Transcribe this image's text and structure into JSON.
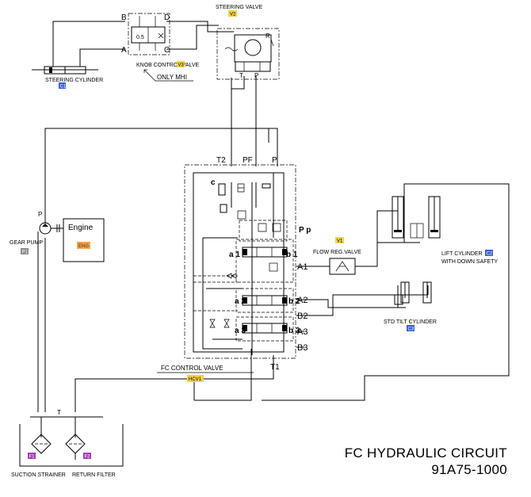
{
  "labels": {
    "steering_valve": "STEERING VALVE",
    "steering_cylinder": "STEERING CYLINDER",
    "knob_control_valve": "KNOB CONTROL VALVE",
    "only_mhi": "ONLY MHI",
    "knob_value": "0.5",
    "port_b": "B",
    "port_d": "D",
    "port_a": "A",
    "port_c": "C",
    "port_r": "R",
    "port_t": "T",
    "port_p": "P",
    "gear_pump": "GEAR PUMP",
    "engine": "Engine",
    "fc_control_valve": "FC CONTROL VALVE",
    "flow_reg_valve": "FLOW REG.VALVE",
    "lift_cylinder_1": "LIFT CYLINDER",
    "lift_cylinder_2": "WITH DOWN SAFETY",
    "std_tilt_cylinder": "STD TILT CYLINDER",
    "suction_strainer": "SUCTION STRAINER",
    "return_filter": "RETURN FILTER",
    "tank_t": "T",
    "cv_t2": "T2",
    "cv_pf": "PF",
    "cv_p": "P",
    "cv_t1": "T1",
    "cv_c": "c",
    "cv_pp": "P p",
    "a1": "a 1",
    "b1": "b 1",
    "a2": "a 2",
    "b2": "b 2",
    "a3": "a 3",
    "b3": "b 3",
    "A1": "A1",
    "A2": "A2",
    "B2": "B2",
    "A3": "A3",
    "B3": "B3",
    "pump_p": "P"
  },
  "tags": {
    "steering_valve": {
      "text": "V2",
      "color": "#f2d24a"
    },
    "knob_control_valve": {
      "text": "V3",
      "color": "#f2d24a"
    },
    "steering_cylinder": {
      "text": "C1",
      "color": "#3b5fd1"
    },
    "gear_pump": {
      "text": "P1",
      "color": "#8c8c8c"
    },
    "engine": {
      "text": "ENG",
      "color": "#f0a64a"
    },
    "fc_control_valve": {
      "text": "HCV1",
      "color": "#f2d24a"
    },
    "flow_reg_valve": {
      "text": "V1",
      "color": "#f2d24a"
    },
    "lift_cylinder": {
      "text": "C2",
      "color": "#3b5fd1"
    },
    "std_tilt_cylinder": {
      "text": "C3",
      "color": "#3b5fd1"
    },
    "suction_strainer": {
      "text": "F1",
      "color": "#a53fb0"
    },
    "return_filter": {
      "text": "F2",
      "color": "#a53fb0"
    }
  },
  "title": {
    "line1": "FC HYDRAULIC CIRCUIT",
    "line2": "91A75-1000"
  }
}
